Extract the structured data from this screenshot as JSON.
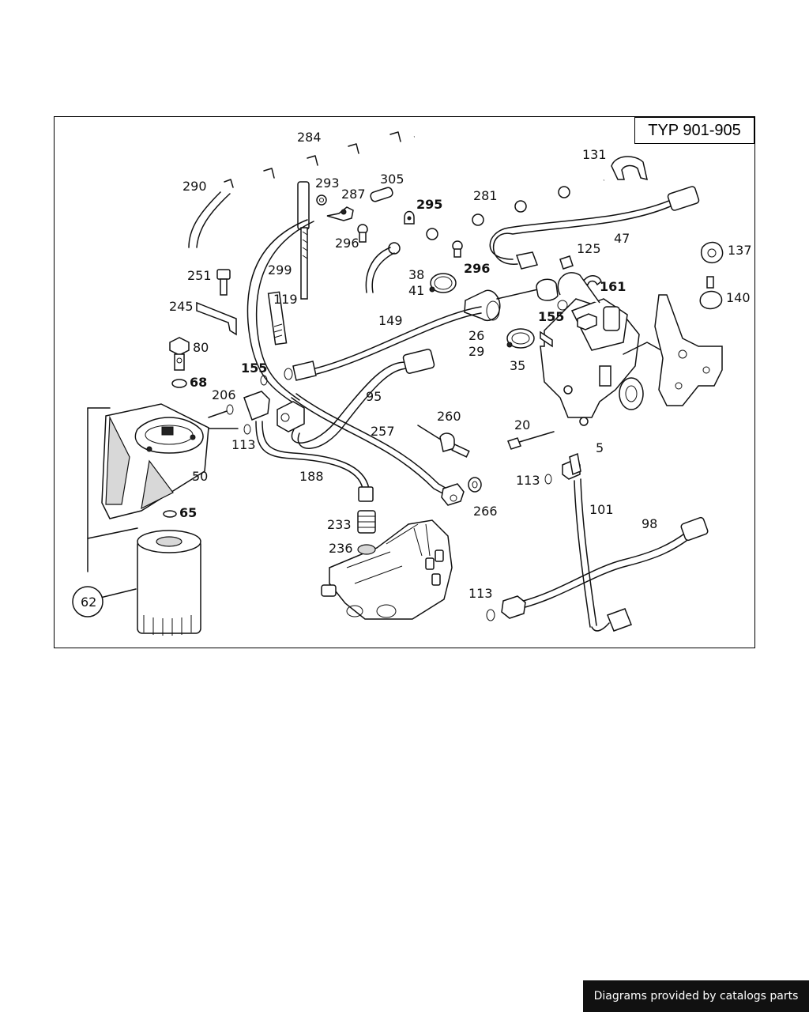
{
  "diagram": {
    "type_box": "TYP 901-905",
    "labels": {
      "l284": "284",
      "l290": "290",
      "l293": "293",
      "l287": "287",
      "l305": "305",
      "l295": "295",
      "l281": "281",
      "l131": "131",
      "l47": "47",
      "l137": "137",
      "l140": "140",
      "l125": "125",
      "l161": "161",
      "l296a": "296",
      "l296b": "296",
      "l299": "299",
      "l119": "119",
      "l251": "251",
      "l245": "245",
      "l38": "38",
      "l41": "41",
      "l149": "149",
      "l26": "26",
      "l29": "29",
      "l155a": "155",
      "l155b": "155",
      "l35": "35",
      "l80": "80",
      "l68": "68",
      "l206": "206",
      "l95": "95",
      "l113a": "113",
      "l113b": "113",
      "l113c": "113",
      "l260": "260",
      "l257": "257",
      "l20": "20",
      "l5": "5",
      "l50": "50",
      "l188": "188",
      "l101": "101",
      "l98": "98",
      "l266": "266",
      "l233": "233",
      "l236": "236",
      "l65": "65",
      "l62": "62"
    }
  },
  "footer": {
    "credit": "Diagrams provided by catalogs parts"
  }
}
